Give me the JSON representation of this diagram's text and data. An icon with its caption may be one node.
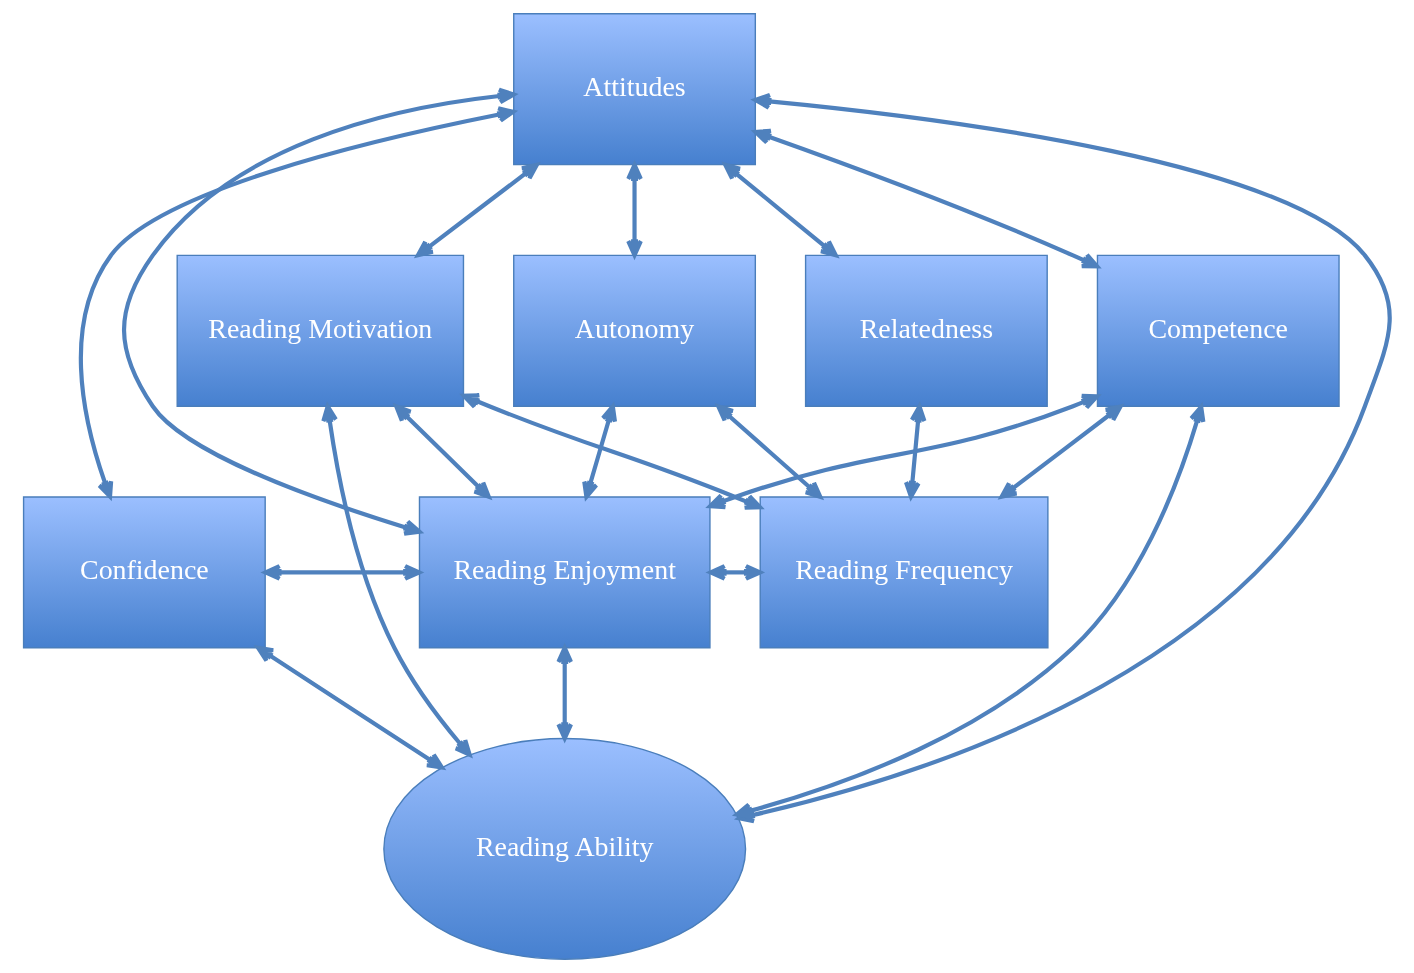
{
  "diagram": {
    "nodes": [
      {
        "text": [
          "Attitudes"
        ]
      },
      {
        "text": [
          "Reading Motivation"
        ]
      },
      {
        "text": [
          "Relatedness"
        ]
      },
      {
        "text": [
          "Autonomy"
        ]
      },
      {
        "text": [
          "Competence"
        ]
      },
      {
        "text": [
          "Confidence"
        ]
      },
      {
        "text": [
          "Reading Enjoyment"
        ]
      },
      {
        "text": [
          "Reading Frequency"
        ]
      },
      {
        "text": [
          "Reading Ability"
        ]
      }
    ],
    "edges": [
      {
        "from": 0,
        "to": 1,
        "arrow": "both"
      },
      {
        "from": 0,
        "to": 2,
        "arrow": "both"
      },
      {
        "from": 0,
        "to": 3,
        "arrow": "both"
      },
      {
        "from": 0,
        "to": 4,
        "arrow": "both"
      },
      {
        "from": 0,
        "to": 5,
        "arrow": "both"
      },
      {
        "from": 0,
        "to": 6,
        "arrow": "both"
      },
      {
        "from": 0,
        "to": 8,
        "arrow": "both"
      },
      {
        "from": 1,
        "to": 6,
        "arrow": "both"
      },
      {
        "from": 1,
        "to": 7,
        "arrow": "both"
      },
      {
        "from": 1,
        "to": 8,
        "arrow": "both"
      },
      {
        "from": 2,
        "to": 7,
        "arrow": "both"
      },
      {
        "from": 3,
        "to": 6,
        "arrow": "both"
      },
      {
        "from": 3,
        "to": 7,
        "arrow": "both"
      },
      {
        "from": 4,
        "to": 6,
        "arrow": "both"
      },
      {
        "from": 4,
        "to": 7,
        "arrow": "both"
      },
      {
        "from": 4,
        "to": 8,
        "arrow": "both"
      },
      {
        "from": 5,
        "to": 6,
        "arrow": "both"
      },
      {
        "from": 5,
        "to": 8,
        "arrow": "both"
      },
      {
        "from": 6,
        "to": 7,
        "arrow": "both"
      },
      {
        "from": 6,
        "to": 8,
        "arrow": "both"
      }
    ]
  }
}
